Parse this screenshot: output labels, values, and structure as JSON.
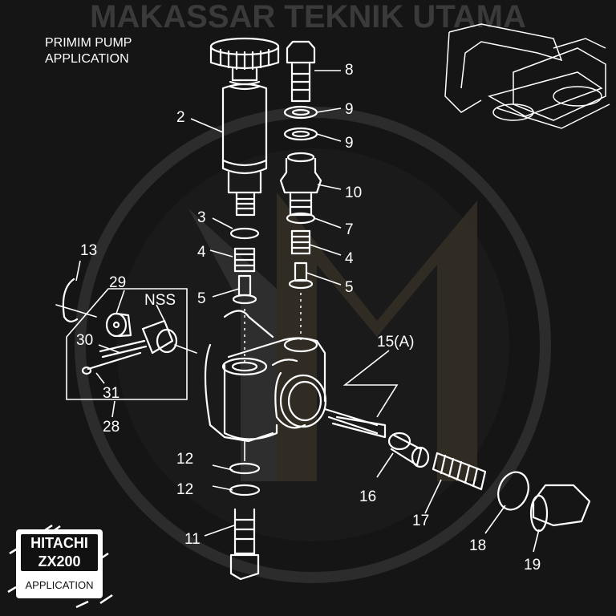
{
  "header": {
    "title_line1": "PRIMIM PUMP",
    "title_line2": "APPLICATION"
  },
  "watermark": {
    "text": "MAKASSAR TEKNIK UTAMA",
    "color": "#3a3528"
  },
  "badge": {
    "brand": "HITACHI",
    "model": "ZX200",
    "caption": "APPLICATION"
  },
  "callouts": [
    "2",
    "3",
    "4",
    "5",
    "8",
    "9",
    "9",
    "10",
    "7",
    "4",
    "5",
    "13",
    "29",
    "NSS",
    "30",
    "31",
    "28",
    "15(A)",
    "12",
    "12",
    "11",
    "16",
    "17",
    "18",
    "19"
  ]
}
